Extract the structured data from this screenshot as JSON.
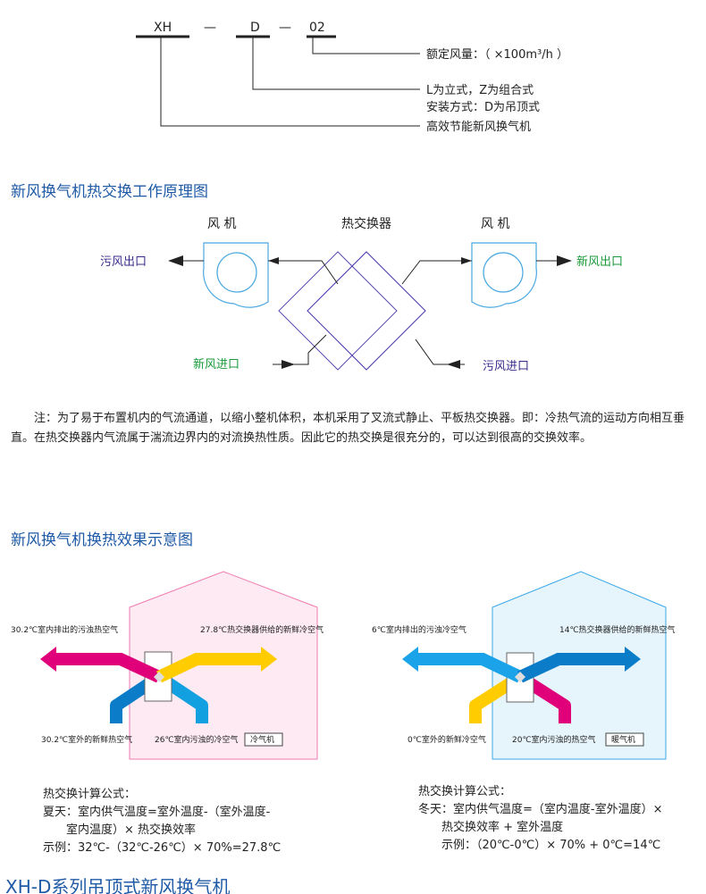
{
  "code": {
    "p1": "XH",
    "d1": "—",
    "p2": "D",
    "d2": "—",
    "p3": "02",
    "l1": "额定风量：（ ×100m³/h ）",
    "l2": "L为立式，Z为组合式",
    "l3": "安装方式：D为吊顶式",
    "l4": "高效节能新风换气机"
  },
  "section1": "新风换气机热交换工作原理图",
  "principle": {
    "fan_left": "风  机",
    "fan_right": "风  机",
    "exchanger": "热交换器",
    "out_dirty": "污风出口",
    "out_fresh": "新风出口",
    "in_fresh": "新风进口",
    "in_dirty": "污风进口"
  },
  "note": "注：为了易于布置机内的气流通道，以缩小整机体积，本机采用了叉流式静止、平板热交换器。即：冷热气流的运动方向相互垂直。在热交换器内气流属于湍流边界内的对流换热性质。因此它的热交换是很充分的，可以达到很高的交换效率。",
  "section2": "新风换气机换热效果示意图",
  "summer": {
    "exhaust": "30.2℃室内排出的污浊热空气",
    "supply": "27.8℃热交换器供给的新鲜冷空气",
    "outdoor": "30.2℃室外的新鲜热空气",
    "indoor": "26℃室内污浊的冷空气",
    "unit": "冷气机",
    "title": "热交换计算公式：",
    "f1": "夏天：室内供气温度=室外温度-（室外温度-",
    "f2": "室内温度）× 热交换效率",
    "ex": "示例：32℃-（32℃-26℃）× 70%=27.8℃"
  },
  "winter": {
    "exhaust": "6℃室内排出的污浊冷空气",
    "supply": "14℃热交换器供给的新鲜热空气",
    "outdoor": "0℃室外的新鲜冷空气",
    "indoor": "20℃室内污浊的热空气",
    "unit": "暖气机",
    "title": "热交换计算公式：",
    "f1": "冬天：室内供气温度=（室内温度-室外温度）×",
    "f2": "热交换效率 + 室外温度",
    "ex": "示例：（20℃-0℃）× 70% + 0℃=14℃"
  },
  "footer_title": "XH-D系列吊顶式新风换气机",
  "colors": {
    "title": "#1f5aa6",
    "magenta": "#e0007a",
    "yellow": "#ffcc00",
    "blue": "#0088d0",
    "lightblue": "#1aa3e8",
    "green": "#1a9a3a",
    "purple": "#3a2a8a"
  }
}
